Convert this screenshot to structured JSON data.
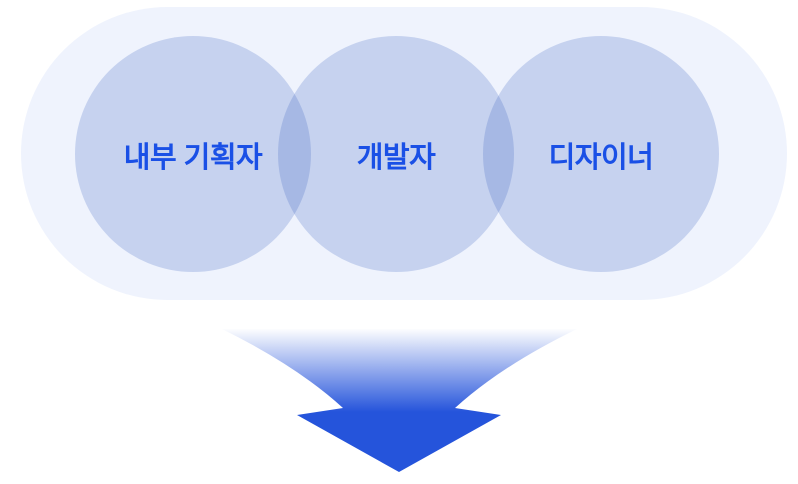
{
  "diagram": {
    "circles": [
      {
        "label": "내부 기획자"
      },
      {
        "label": "개발자"
      },
      {
        "label": "디자이너"
      }
    ],
    "colors": {
      "page_background": "#ffffff",
      "pill_background": "#eff3fd",
      "circle_fill": "rgba(47,90,190,0.21)",
      "label_text": "#1a50e6",
      "arrow_gradient_top": "#ffffff",
      "arrow_gradient_bottom": "#2554db"
    }
  }
}
